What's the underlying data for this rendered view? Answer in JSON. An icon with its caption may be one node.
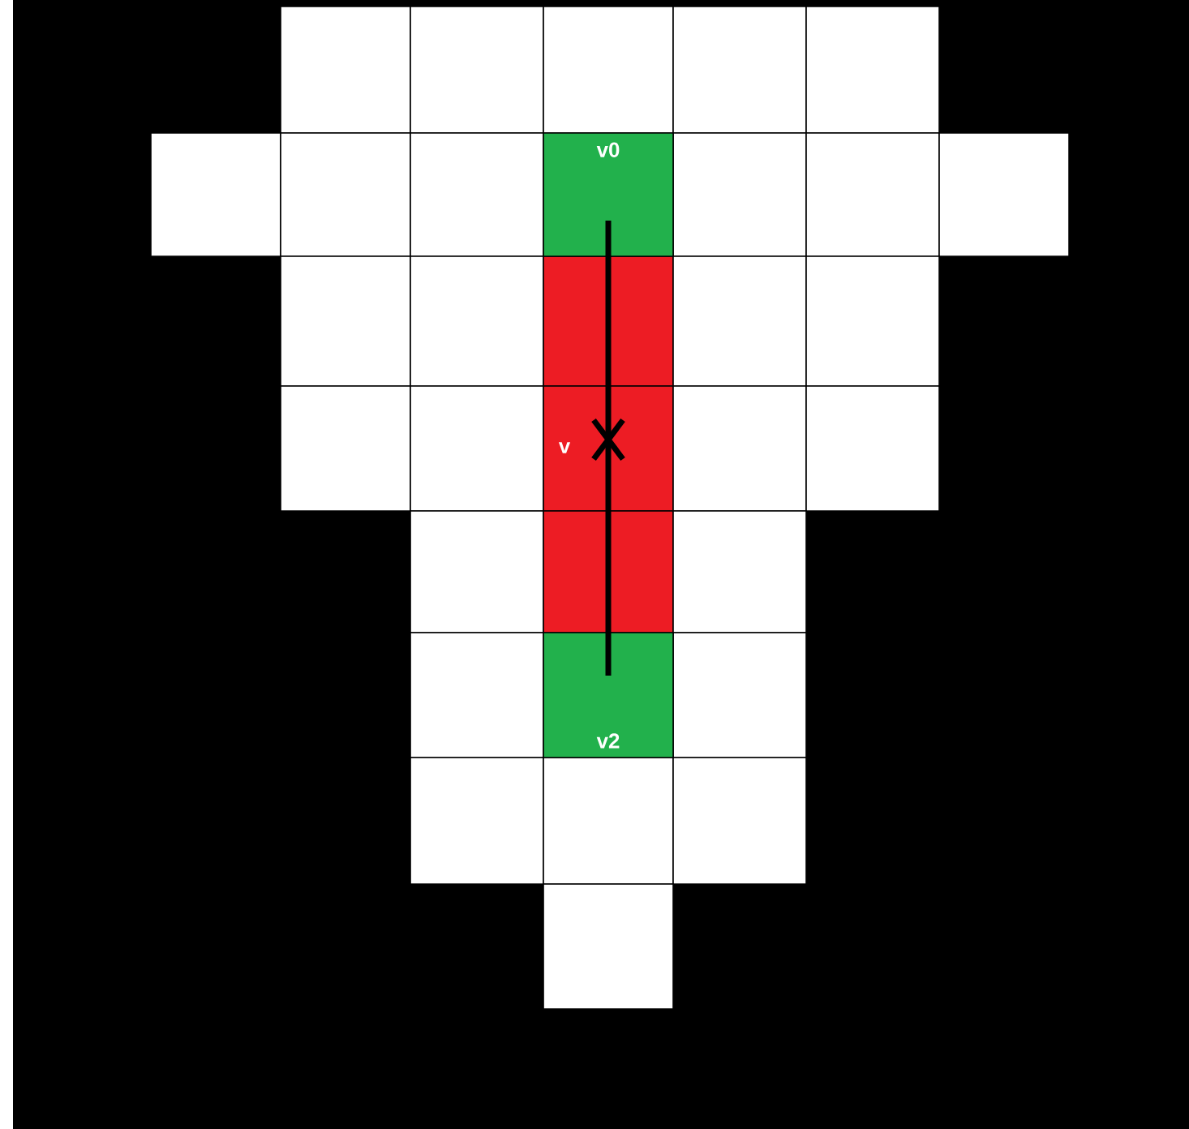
{
  "diagram": {
    "nodes": [
      {
        "text": [
          "v0"
        ]
      },
      {
        "text": [
          "v2"
        ]
      }
    ],
    "edges": [
      {
        "from": 0,
        "to": 1,
        "arrow": "none"
      }
    ],
    "labels": [
      "v"
    ]
  }
}
